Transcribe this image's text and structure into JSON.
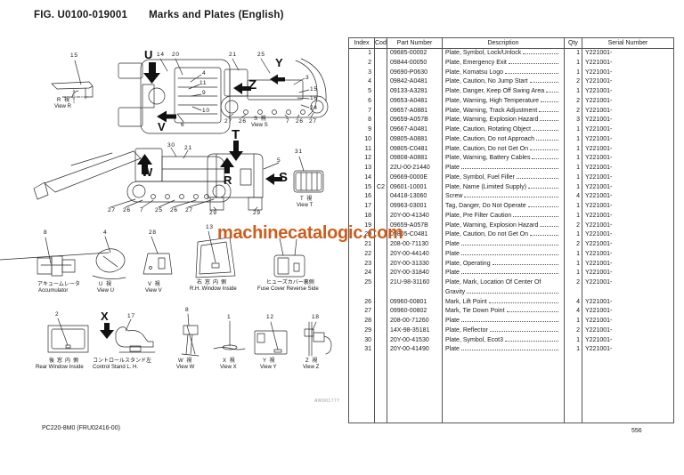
{
  "page": {
    "fig_label": "FIG. U0100-019001",
    "fig_title": "Marks and Plates (English)",
    "footer_left": "PC220-8M0 (FRU02416-00)",
    "page_number": "556",
    "watermark": "machinecatalogic.com",
    "watermark_color": "#c8500a",
    "drawing_code": "AW001777"
  },
  "table": {
    "headers": {
      "index": "Index",
      "code": "Code",
      "part": "Part Number",
      "desc": "Description",
      "qty": "Qty",
      "serial": "Serial Number"
    },
    "rows": [
      {
        "index": "1",
        "code": "",
        "part": "09685-00002",
        "desc": "Plate, Symbol, Lock/Unlock",
        "qty": "1",
        "serial": "Y221001-"
      },
      {
        "index": "2",
        "code": "",
        "part": "09844-00050",
        "desc": "Plate, Emergency Exit",
        "qty": "1",
        "serial": "Y221001-"
      },
      {
        "index": "3",
        "code": "",
        "part": "09690-P0630",
        "desc": "Plate, Komatsu Logo",
        "qty": "1",
        "serial": "Y221001-"
      },
      {
        "index": "4",
        "code": "",
        "part": "09842-A0481",
        "desc": "Plate, Caution, No Jump Start",
        "qty": "2",
        "serial": "Y221001-"
      },
      {
        "index": "5",
        "code": "",
        "part": "09133-A3281",
        "desc": "Plate, Danger, Keep Off Swing Area",
        "qty": "1",
        "serial": "Y221001-"
      },
      {
        "index": "6",
        "code": "",
        "part": "09653-A0481",
        "desc": "Plate, Warning, High Temperature",
        "qty": "2",
        "serial": "Y221001-"
      },
      {
        "index": "7",
        "code": "",
        "part": "09657-A0881",
        "desc": "Plate, Warning, Track Adjustment",
        "qty": "2",
        "serial": "Y221001-"
      },
      {
        "index": "8",
        "code": "",
        "part": "09659-A057B",
        "desc": "Plate, Warning, Explosion Hazard",
        "qty": "3",
        "serial": "Y221001-"
      },
      {
        "index": "9",
        "code": "",
        "part": "09667-A0481",
        "desc": "Plate, Caution, Rotating Object",
        "qty": "1",
        "serial": "Y221001-"
      },
      {
        "index": "10",
        "code": "",
        "part": "09805-A0881",
        "desc": "Plate, Caution, Do not Approach",
        "qty": "1",
        "serial": "Y221001-"
      },
      {
        "index": "11",
        "code": "",
        "part": "09805-C0481",
        "desc": "Plate, Caution, Do not Get On",
        "qty": "1",
        "serial": "Y221001-"
      },
      {
        "index": "12",
        "code": "",
        "part": "09808-A0881",
        "desc": "Plate, Warning, Battery Cables",
        "qty": "1",
        "serial": "Y221001-"
      },
      {
        "index": "13",
        "code": "",
        "part": "22U-00-21440",
        "desc": "Plate",
        "qty": "1",
        "serial": "Y221001-"
      },
      {
        "index": "14",
        "code": "",
        "part": "09669-0000E",
        "desc": "Plate, Symbol, Fuel Filler",
        "qty": "1",
        "serial": "Y221001-"
      },
      {
        "index": "15",
        "code": "C2",
        "part": "09601-10001",
        "desc": "Plate, Name (Limited Supply)",
        "qty": "1",
        "serial": "Y221001-"
      },
      {
        "index": "16",
        "code": "",
        "part": "04418-13060",
        "desc": "Screw",
        "qty": "4",
        "serial": "Y221001-"
      },
      {
        "index": "17",
        "code": "",
        "part": "09963-03001",
        "desc": "Tag, Danger, Do Not Operate",
        "qty": "1",
        "serial": "Y221001-"
      },
      {
        "index": "18",
        "code": "",
        "part": "20Y-00-41340",
        "desc": "Plate, Pre Filter Caution",
        "qty": "1",
        "serial": "Y221001-"
      },
      {
        "index": "19",
        "code": "",
        "part": "09659-A057B",
        "desc": "Plate, Warning, Explosion Hazard",
        "qty": "2",
        "serial": "Y221001-"
      },
      {
        "index": "20",
        "code": "",
        "part": "09805-C0481",
        "desc": "Plate, Caution, Do not Get On",
        "qty": "1",
        "serial": "Y221001-"
      },
      {
        "index": "21",
        "code": "",
        "part": "208-00-71130",
        "desc": "Plate",
        "qty": "2",
        "serial": "Y221001-"
      },
      {
        "index": "22",
        "code": "",
        "part": "20Y-00-44140",
        "desc": "Plate",
        "qty": "1",
        "serial": "Y221001-"
      },
      {
        "index": "23",
        "code": "",
        "part": "20Y-00-31330",
        "desc": "Plate, Operating",
        "qty": "1",
        "serial": "Y221001-"
      },
      {
        "index": "24",
        "code": "",
        "part": "20Y-00-31840",
        "desc": "Plate",
        "qty": "1",
        "serial": "Y221001-"
      },
      {
        "index": "25",
        "code": "",
        "part": "21U-98-31160",
        "desc": "Plate, Mark, Location Of Center Of",
        "desc2": "Gravity",
        "qty": "2",
        "serial": "Y221001-"
      },
      {
        "index": "26",
        "code": "",
        "part": "09960-00801",
        "desc": "Mark, Lift Point",
        "qty": "4",
        "serial": "Y221001-"
      },
      {
        "index": "27",
        "code": "",
        "part": "09960-00802",
        "desc": "Mark, Tie Down Point",
        "qty": "4",
        "serial": "Y221001-"
      },
      {
        "index": "28",
        "code": "",
        "part": "208-00-71260",
        "desc": "Plate",
        "qty": "1",
        "serial": "Y221001-"
      },
      {
        "index": "29",
        "code": "",
        "part": "14X-98-35181",
        "desc": "Plate, Reflector",
        "qty": "2",
        "serial": "Y221001-"
      },
      {
        "index": "30",
        "code": "",
        "part": "20Y-00-41530",
        "desc": "Plate, Symbol, Ecot3",
        "qty": "1",
        "serial": "Y221001-"
      },
      {
        "index": "31",
        "code": "",
        "part": "20Y-00-41490",
        "desc": "Plate",
        "qty": "1",
        "serial": "Y221001-"
      }
    ]
  },
  "diagrams": {
    "view_r": {
      "callout": "15",
      "jp": "R 視",
      "en": "View R"
    },
    "top_view": {
      "dir_u": "U",
      "dir_v": "V",
      "c14": "14",
      "c20": "20",
      "c4": "4",
      "c11": "11",
      "c9": "9",
      "c10": "10",
      "c6": "6"
    },
    "view_s": {
      "dir_y": "Y",
      "dir_z": "Z",
      "jp": "S 視",
      "en": "View S",
      "c21": "21",
      "c25": "25",
      "c3": "3",
      "c15": "15",
      "c16": "16",
      "c24": "24",
      "cb1": "27",
      "cb2": "26",
      "cb3": "7",
      "cb4": "26",
      "cb5": "27"
    },
    "side_view": {
      "dir_w": "W",
      "c30": "30",
      "c21": "21",
      "cb1": "27",
      "cb2": "26",
      "cb3": "7",
      "cb4": "25",
      "cb5": "26",
      "cb6": "27"
    },
    "rear_view": {
      "dir_t": "T",
      "dir_r": "R",
      "dir_s": "S",
      "c5": "5",
      "c29a": "29",
      "c29b": "29"
    },
    "view_t": {
      "callout": "31",
      "jp": "T 視",
      "en": "View T"
    },
    "accumulator": {
      "callout": "8",
      "jp": "アキュームレータ",
      "en": "Accumulator"
    },
    "view_u": {
      "callout": "4",
      "jp": "U 視",
      "en": "View U"
    },
    "view_v": {
      "callout": "28",
      "jp": "V 視",
      "en": "View V"
    },
    "rh_window": {
      "callout": "13",
      "jp": "右窓内側",
      "en": "R.H. Window Inside"
    },
    "fuse_cover": {
      "jp": "ヒューズカバー裏側",
      "en": "Fuse Cover Reverse Side"
    },
    "rear_window": {
      "callout": "2",
      "jp": "後窓内側",
      "en": "Rear Window Inside"
    },
    "control_stand": {
      "dir_x": "X",
      "callout": "17",
      "jp": "コントロールスタンド左",
      "en": "Control Stand L. H."
    },
    "view_w": {
      "callout": "8",
      "jp": "W 視",
      "en": "View W"
    },
    "view_x": {
      "callout": "1",
      "jp": "X 視",
      "en": "View X"
    },
    "view_y": {
      "callout": "12",
      "jp": "Y 視",
      "en": "View Y"
    },
    "view_z": {
      "callout": "18",
      "jp": "Z 視",
      "en": "View Z"
    }
  }
}
